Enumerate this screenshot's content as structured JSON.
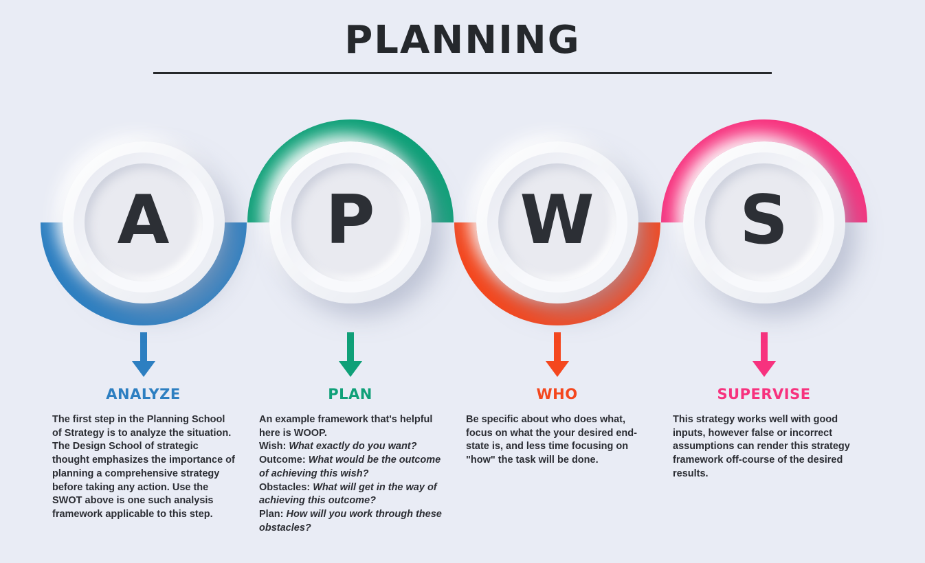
{
  "page": {
    "title": "PLANNING",
    "background": "#e9ecf5",
    "title_color": "#25282c"
  },
  "icons": {
    "step_pointer": "down-arrow"
  },
  "steps": [
    {
      "letter": "A",
      "label": "ANALYZE",
      "color": "#2d7fc1",
      "arc": "bottom",
      "description": "The first step in the Planning School of Strategy is to analyze the situation. The Design School of strategic thought emphasizes the importance of planning a comprehensive strategy before taking any action. Use the SWOT above is one such analysis framework applicable to this step."
    },
    {
      "letter": "P",
      "label": "PLAN",
      "color": "#0fa078",
      "arc": "top",
      "intro": "An example framework that's helpful here is WOOP.",
      "items": [
        {
          "term": "Wish:",
          "text": "What exactly do you want?"
        },
        {
          "term": "Outcome:",
          "text": "What would be the outcome of achieving this wish?"
        },
        {
          "term": "Obstacles:",
          "text": "What will get in the way of achieving this outcome?"
        },
        {
          "term": "Plan:",
          "text": "How will you work through these obstacles?"
        }
      ]
    },
    {
      "letter": "W",
      "label": "WHO",
      "color": "#f4471e",
      "arc": "bottom",
      "description": "Be specific about who does what, focus on what the your desired end-state is, and less time focusing on \"how\" the task will be done."
    },
    {
      "letter": "S",
      "label": "SUPERVISE",
      "color": "#f7327e",
      "arc": "top",
      "description": "This strategy works well with good inputs, however false or incorrect assumptions can render this strategy framework off-course of the desired results."
    }
  ]
}
